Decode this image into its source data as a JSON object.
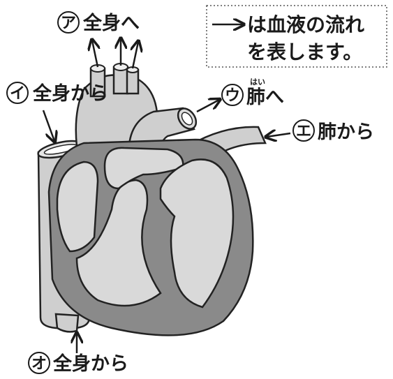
{
  "legend": {
    "line1": "は血液の流れ",
    "line2": "を表します。"
  },
  "labels": {
    "a": {
      "marker": "ア",
      "text": "全身へ"
    },
    "i": {
      "marker": "イ",
      "text": "全身から"
    },
    "u": {
      "marker": "ウ",
      "text": "肺へ",
      "ruby": "はい"
    },
    "e": {
      "marker": "エ",
      "text": "肺から"
    },
    "o": {
      "marker": "オ",
      "text": "全身から"
    }
  },
  "colors": {
    "outline": "#222222",
    "heart_wall": "#8a8a8a",
    "chamber": "#d9d9d9",
    "vessel": "#cfcfcf",
    "legend_border": "#555555"
  }
}
